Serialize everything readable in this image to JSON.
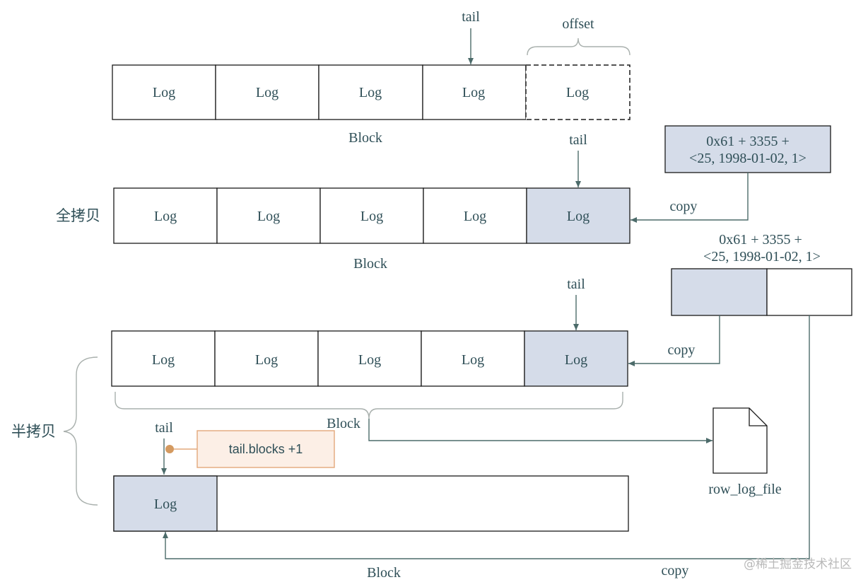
{
  "row1": {
    "cells": [
      "Log",
      "Log",
      "Log",
      "Log",
      "Log"
    ],
    "tail": "tail",
    "offset": "offset",
    "block": "Block"
  },
  "row2": {
    "side_label": "全拷贝",
    "cells": [
      "Log",
      "Log",
      "Log",
      "Log",
      "Log"
    ],
    "tail": "tail",
    "block": "Block",
    "source_line1": "0x61 + 3355 +",
    "source_line2": "<25, 1998-01-02, 1>",
    "copy": "copy"
  },
  "row3": {
    "side_label": "半拷贝",
    "cells": [
      "Log",
      "Log",
      "Log",
      "Log",
      "Log"
    ],
    "tail": "tail",
    "block": "Block",
    "source_line1": "0x61 + 3355 +",
    "source_line2": "<25, 1998-01-02, 1>",
    "copy": "copy",
    "file_label": "row_log_file"
  },
  "row4": {
    "cell": "Log",
    "tail": "tail",
    "note": "tail.blocks +1",
    "block": "Block",
    "copy": "copy"
  },
  "watermark": "@稀土掘金技术社区",
  "colors": {
    "filled_cell": "#d5dce9",
    "arrow": "#4c6b6a",
    "note_border": "#e3a87b",
    "note_fill": "#fcefe6",
    "note_dot": "#d49a60"
  }
}
